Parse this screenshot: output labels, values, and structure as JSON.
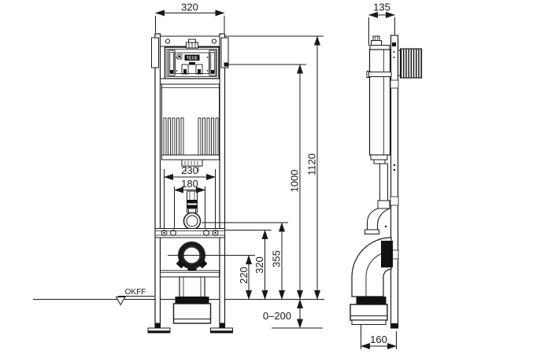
{
  "labels": {
    "brand_logo": "TECE",
    "floor_level": "OKFF"
  },
  "dimensions": {
    "front": {
      "frame_width": "320",
      "fixing_outer": "230",
      "fixing_inner": "180",
      "drain_height": "220",
      "rail_height": "320",
      "flush_height": "355",
      "panel_height": "1000",
      "frame_height": "1120",
      "foot_range": "0–200"
    },
    "side": {
      "frame_depth": "135",
      "drain_offset": "160"
    }
  },
  "colors": {
    "line": "#1a1a1a",
    "background": "#ffffff",
    "fill_black": "#111111"
  }
}
